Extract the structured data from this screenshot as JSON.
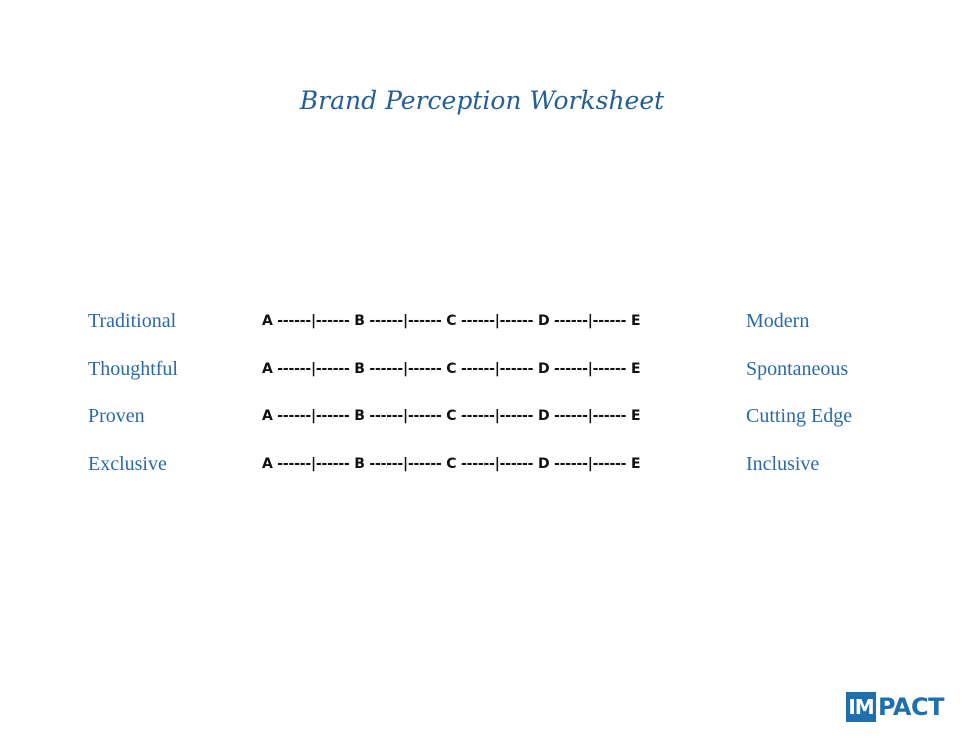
{
  "title": "Brand Perception Worksheet",
  "rows": [
    {
      "left": "Traditional",
      "scale": "A ------|------ B ------|------ C ------|------ D ------|------ E",
      "right": "Modern"
    },
    {
      "left": "Thoughtful",
      "scale": "A ------|------ B ------|------ C ------|------ D ------|------ E",
      "right": "Spontaneous"
    },
    {
      "left": "Proven",
      "scale": "A ------|------ B ------|------ C ------|------ D ------|------ E",
      "right": "Cutting Edge"
    },
    {
      "left": "Exclusive",
      "scale": "A ------|------ B ------|------ C ------|------ D ------|------ E",
      "right": "Inclusive"
    }
  ],
  "logo": {
    "mark": "IM",
    "text": "PACT"
  },
  "colors": {
    "title": "#235e98",
    "labels": "#2b6aa5",
    "logo": "#1f6fae"
  }
}
